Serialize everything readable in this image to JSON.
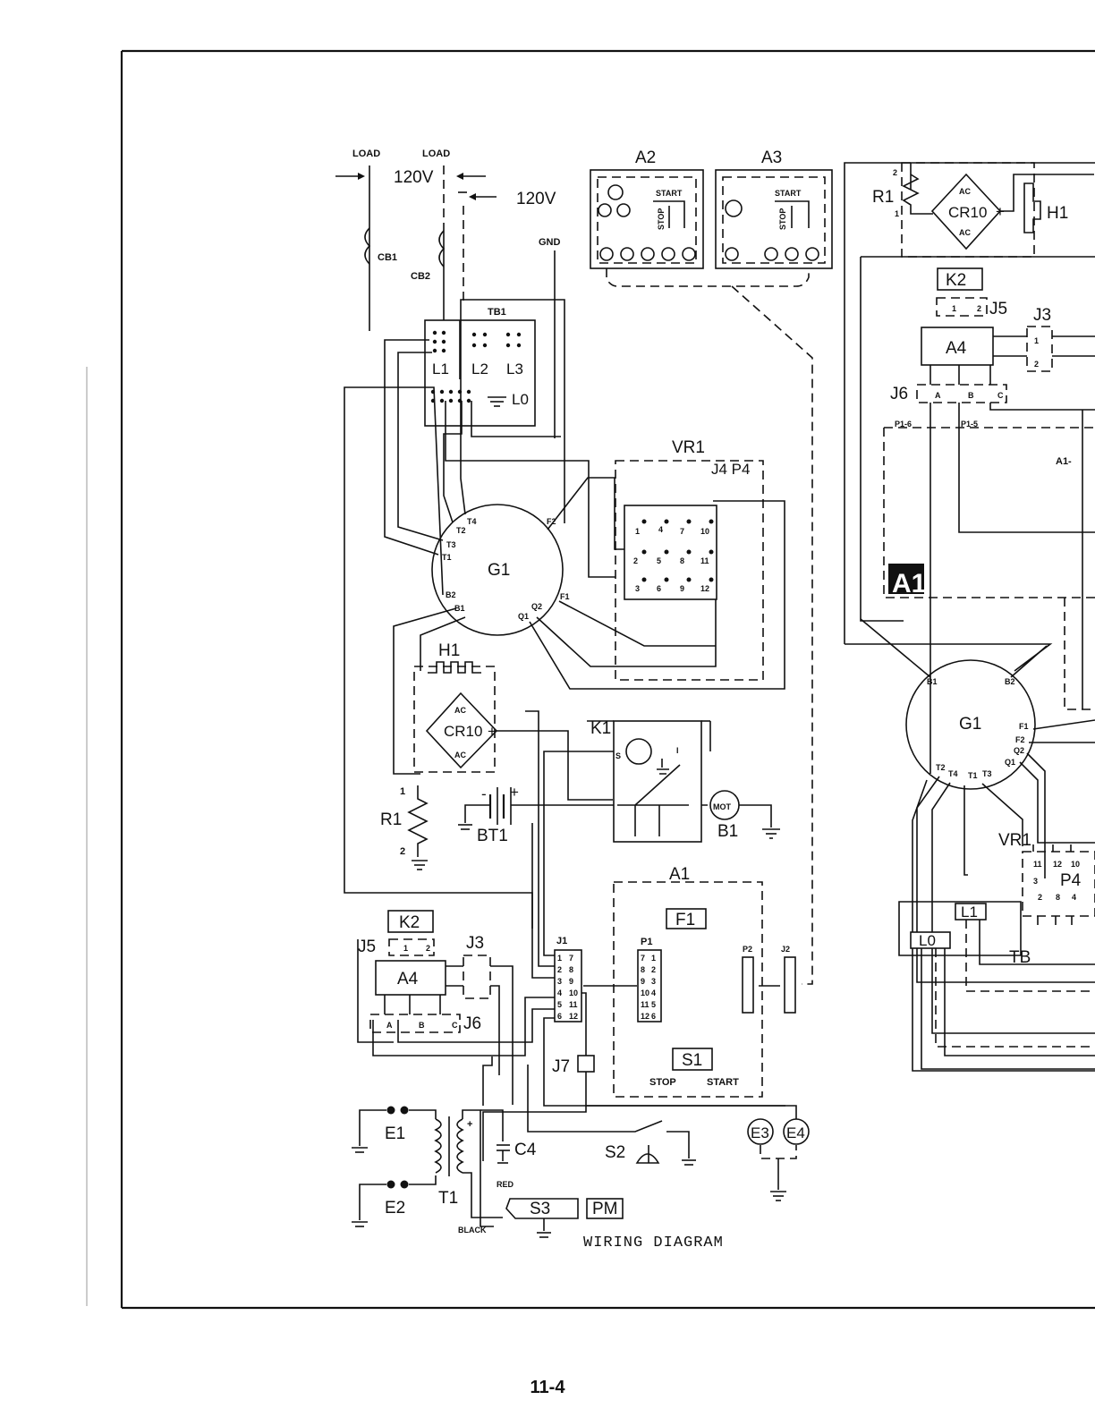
{
  "title": "WIRING DIAGRAM",
  "page_number": "11-4",
  "left_diagram": {
    "load_labels": [
      "LOAD",
      "LOAD"
    ],
    "voltage_labels": [
      "120V",
      "120V"
    ],
    "gnd": "GND",
    "breakers": [
      "CB1",
      "CB2"
    ],
    "terminal_board": {
      "name": "TB1",
      "terminals": [
        "L1",
        "L2",
        "L3",
        "L0"
      ]
    },
    "control_boxes": [
      "A2",
      "A3"
    ],
    "start_stop": [
      "START",
      "STOP"
    ],
    "voltage_regulator": {
      "name": "VR1",
      "connectors": "J4 P4",
      "pins": [
        "1",
        "2",
        "3",
        "4",
        "5",
        "6",
        "7",
        "8",
        "9",
        "10",
        "11",
        "12"
      ]
    },
    "generator": {
      "name": "G1",
      "leads": [
        "T4",
        "T2",
        "T3",
        "T1",
        "B2",
        "B1",
        "F2",
        "F1",
        "Q1",
        "Q2"
      ]
    },
    "heater": "H1",
    "rectifier": {
      "name": "CR10",
      "ac": "AC",
      "plus": "+"
    },
    "resistor": {
      "name": "R1",
      "pins": [
        "1",
        "2"
      ]
    },
    "battery": {
      "name": "BT1",
      "minus": "-",
      "plus": "+"
    },
    "relay": {
      "name": "K1",
      "pins": [
        "S",
        "I"
      ]
    },
    "motor": {
      "name": "B1",
      "symbol": "MOT"
    },
    "module_a1": {
      "name": "A1",
      "fuse": "F1",
      "plug_p1": "P1",
      "plug_p2": "P2",
      "jack": "J2",
      "switch": "S1",
      "switch_positions": [
        "STOP",
        "START"
      ]
    },
    "j1": {
      "name": "J1",
      "pins": [
        "1",
        "7",
        "2",
        "8",
        "3",
        "9",
        "4",
        "10",
        "5",
        "11",
        "6",
        "12"
      ]
    },
    "module_a4": {
      "name": "A4",
      "relay": "K2",
      "j5": "J5",
      "j3": "J3",
      "j6": "J6",
      "j6_pins": [
        "A",
        "B",
        "C"
      ],
      "j5_pins": [
        "1",
        "2"
      ]
    },
    "j7": "J7",
    "ignition": {
      "electrodes": [
        "E1",
        "E2"
      ],
      "transformer": "T1",
      "capacitor": "C4",
      "switch_s2": "S2",
      "switch_s3": "S3",
      "pm": "PM",
      "wire_red": "RED",
      "wire_black": "BLACK",
      "flame": [
        "E3",
        "E4"
      ]
    }
  },
  "right_diagram": {
    "resistor": {
      "name": "R1",
      "pins": [
        "2",
        "1"
      ]
    },
    "rectifier": {
      "name": "CR10",
      "ac": "AC",
      "plus": "+"
    },
    "heater": "H1",
    "relay": "K2",
    "j5": "J5",
    "j3": "J3",
    "j3_pins": [
      "1",
      "2"
    ],
    "j5_pins": [
      "1",
      "2"
    ],
    "module_a4": "A4",
    "j6": "J6",
    "j6_pins": [
      "A",
      "B",
      "C"
    ],
    "plugs": [
      "P1-6",
      "P1-5"
    ],
    "module_a1": "A1",
    "module_a1_partial": "A1-",
    "generator": {
      "name": "G1",
      "leads": [
        "B1",
        "B2",
        "F1",
        "F2",
        "Q2",
        "Q1",
        "T2",
        "T4",
        "T1",
        "T3"
      ]
    },
    "voltage_regulator": "VR1",
    "vr_pins": [
      "11",
      "12",
      "10",
      "3",
      "2",
      "8",
      "4"
    ],
    "p4": "P4",
    "terminals": [
      "L1",
      "L0"
    ],
    "tb": "TB"
  }
}
